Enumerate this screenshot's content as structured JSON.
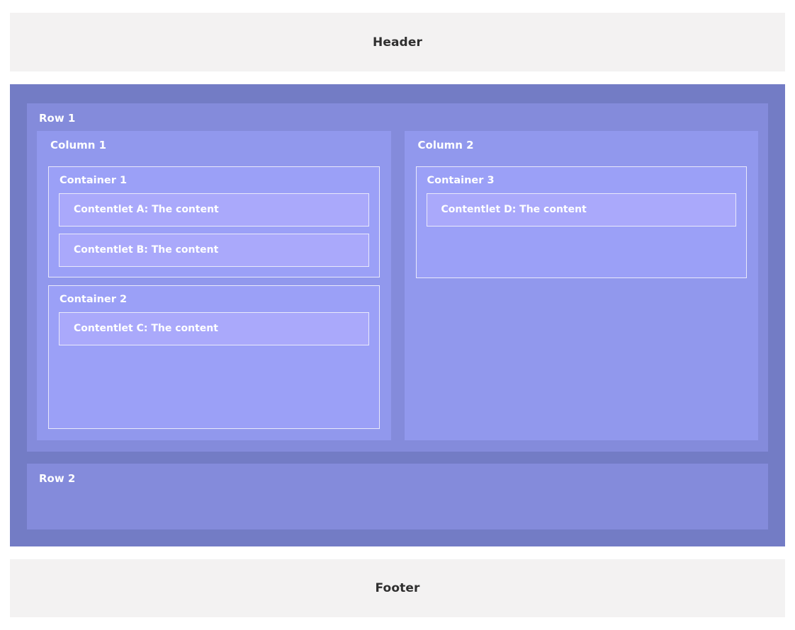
{
  "page": {
    "header": {
      "label": "Header"
    },
    "footer": {
      "label": "Footer"
    },
    "body": {
      "rows": [
        {
          "label": "Row 1",
          "columns": [
            {
              "label": "Column 1",
              "containers": [
                {
                  "label": "Container 1",
                  "contentlets": [
                    {
                      "label": "Contentlet A: The content"
                    },
                    {
                      "label": "Contentlet B: The content"
                    }
                  ]
                },
                {
                  "label": "Container 2",
                  "contentlets": [
                    {
                      "label": "Contentlet C: The content"
                    }
                  ]
                }
              ]
            },
            {
              "label": "Column 2",
              "containers": [
                {
                  "label": "Container 3",
                  "contentlets": [
                    {
                      "label": "Contentlet D: The content"
                    }
                  ]
                }
              ]
            }
          ]
        },
        {
          "label": "Row 2",
          "columns": []
        }
      ]
    }
  },
  "colors": {
    "page_background": "#ffffff",
    "band_background": "#f3f2f2",
    "band_text": "#2f2f2f",
    "body_background": "#737cc5",
    "row_background": "#848bdb",
    "column_background": "#9198ed",
    "container_background": "#9ba0f7",
    "container_border": "#e9e9fb",
    "contentlet_background": "#aaa9fb",
    "contentlet_border": "#e9e9fb",
    "label_text": "#ffffff"
  }
}
